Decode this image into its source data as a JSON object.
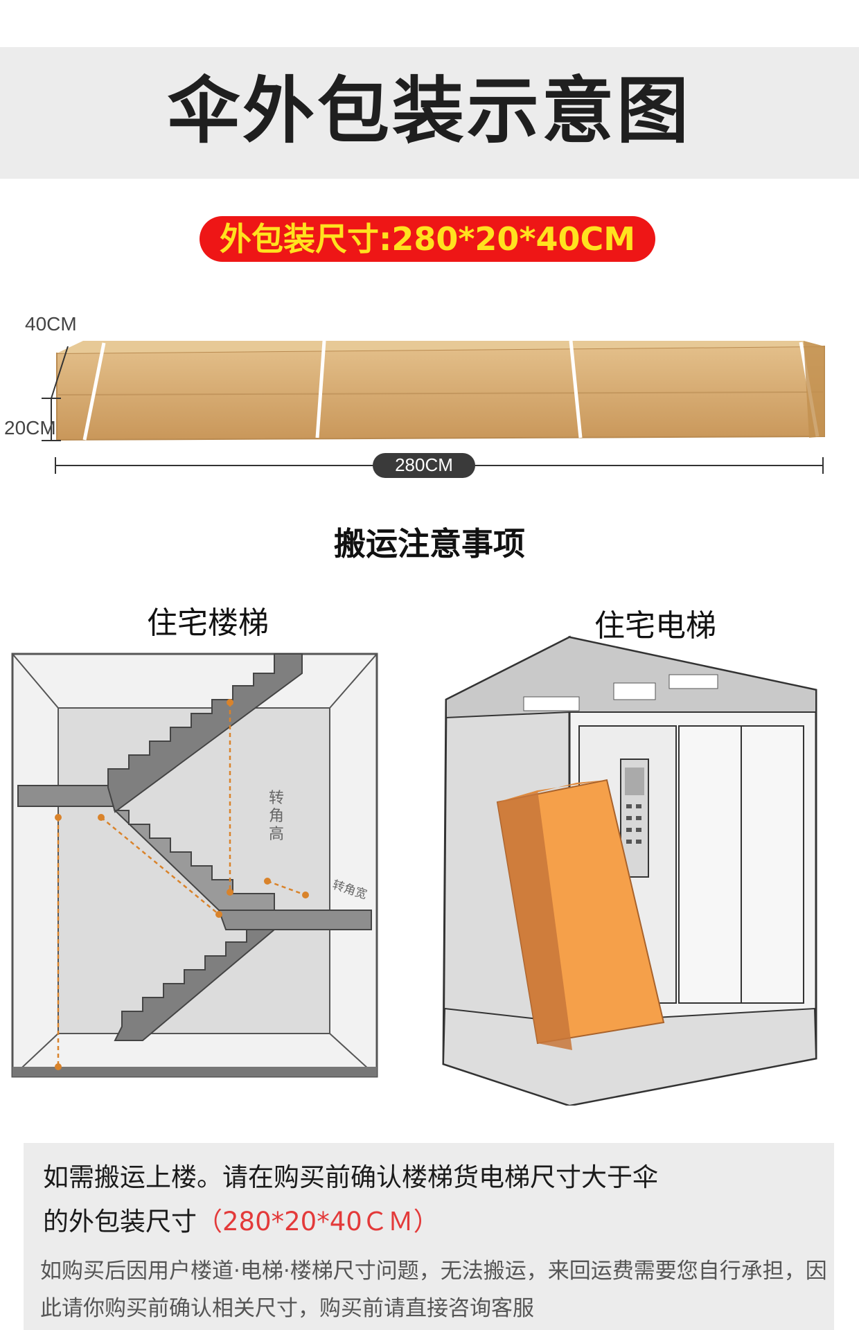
{
  "title": "伞外包装示意图",
  "package_size_label": "外包装尺寸:280*20*40CM",
  "dimensions": {
    "height_label": "40CM",
    "width_label": "20CM",
    "length_label": "280CM"
  },
  "section_heading": "搬运注意事项",
  "stairs": {
    "title": "住宅楼梯",
    "turn_height_label": "转角高",
    "turn_width_label": "转角宽"
  },
  "elevator": {
    "title": "住宅电梯"
  },
  "notice": {
    "main_prefix": "如需搬运上楼。请在购买前确认楼梯货电梯尺寸大于伞",
    "main_line2": "的外包装尺寸",
    "size_text": "（280*20*40ＣＭ）",
    "sub_text": "如购买后因用户楼道·电梯·楼梯尺寸问题，无法搬运，来回运费需要您自行承担，因此请你购买前确认相关尺寸，购买前请直接咨询客服"
  },
  "colors": {
    "accent_red": "#ee1616",
    "accent_yellow": "#ffe21f",
    "box_orange": "#f5a04a",
    "cardboard": "#d9b27c"
  }
}
